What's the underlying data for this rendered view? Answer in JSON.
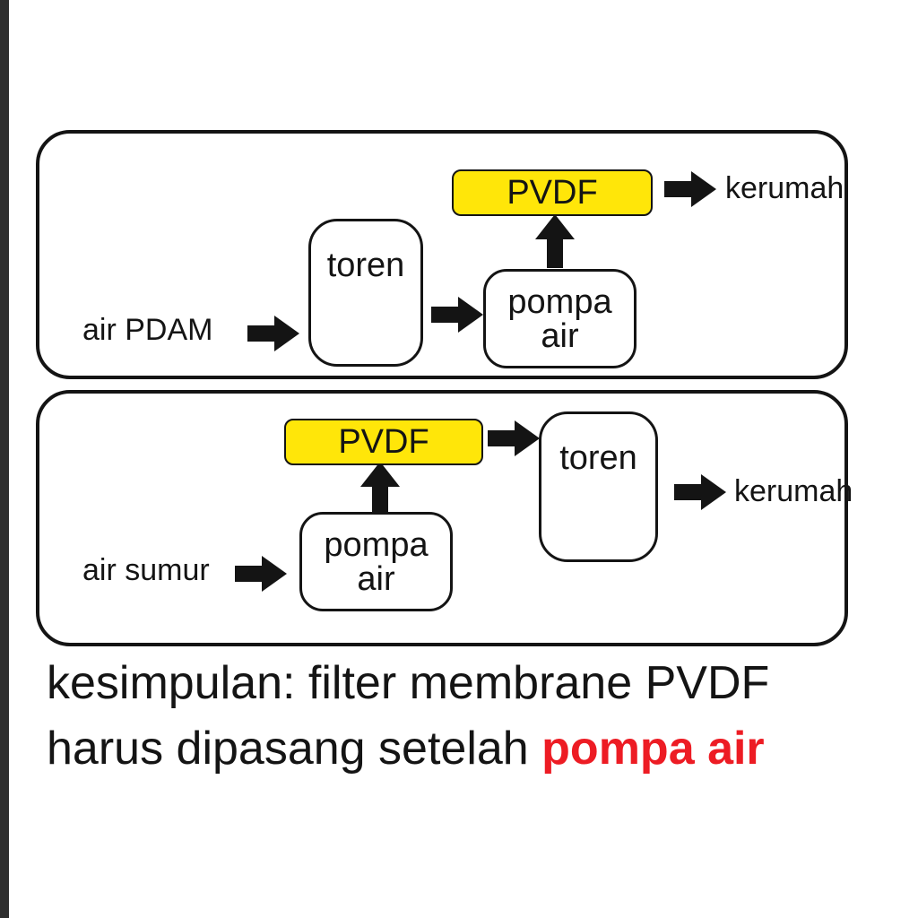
{
  "colors": {
    "filter_bg": "#ffe609",
    "highlight_red": "#ed1c24",
    "ink": "#141414"
  },
  "panel_pdam": {
    "source": "air PDAM",
    "toren": "toren",
    "pompa_line1": "pompa",
    "pompa_line2": "air",
    "filter": "PVDF",
    "destination": "kerumah"
  },
  "panel_sumur": {
    "source": "air sumur",
    "pompa_line1": "pompa",
    "pompa_line2": "air",
    "filter": "PVDF",
    "toren": "toren",
    "destination": "kerumah"
  },
  "conclusion": {
    "line1": "kesimpulan: filter membrane PVDF",
    "line2_text": "harus dipasang setelah ",
    "line2_highlight": "pompa air"
  }
}
